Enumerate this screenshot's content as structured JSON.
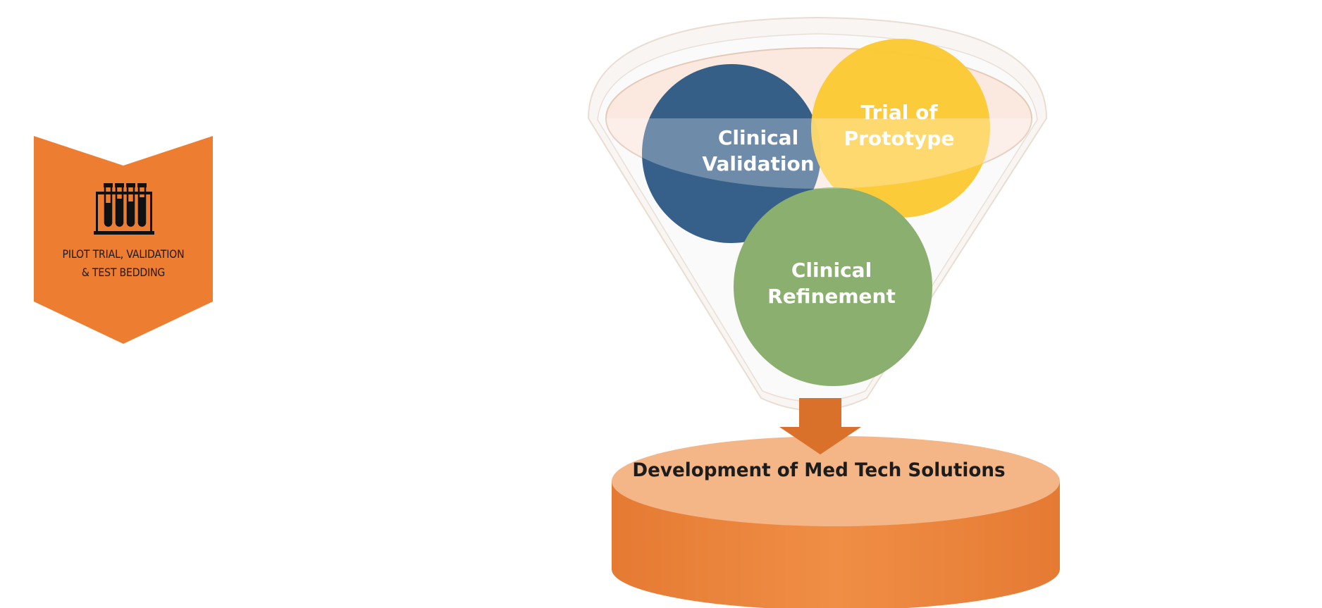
{
  "stage_badge": {
    "label_line1": "PILOT TRIAL, VALIDATION",
    "label_line2": "& TEST BEDDING",
    "icon": "test-tubes-icon",
    "color": "#ED7D31"
  },
  "funnel": {
    "circles": [
      {
        "line1": "Clinical",
        "line2": "Validation",
        "color": "#2E5A84"
      },
      {
        "line1": "Trial of",
        "line2": "Prototype",
        "color": "#FCC934"
      },
      {
        "line1": "Clinical",
        "line2": "Refinement",
        "color": "#8AAF6E"
      }
    ],
    "arrow_color": "#D9712A",
    "base_label": "Development of Med Tech Solutions",
    "base_color": "#EE8A41",
    "base_top_color": "#F4B587"
  }
}
